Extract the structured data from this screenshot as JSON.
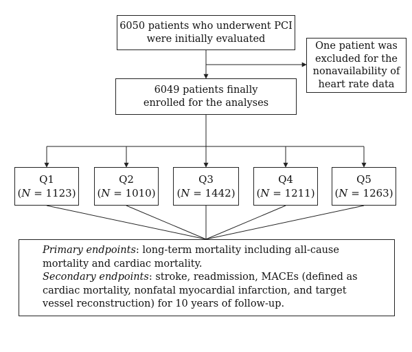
{
  "boxes": {
    "initial": {
      "line1": "6050 patients who underwent PCI",
      "line2": "were initially evaluated"
    },
    "excluded": {
      "line1": "One patient was",
      "line2": "excluded for the",
      "line3": "nonavailability of",
      "line4": "heart rate data"
    },
    "enrolled": {
      "line1": "6049 patients finally",
      "line2": "enrolled for the analyses"
    }
  },
  "quintiles": [
    {
      "label": "Q1",
      "n_prefix": "(",
      "n_symbol": "N",
      "n_text": " = 1123)"
    },
    {
      "label": "Q2",
      "n_prefix": "(",
      "n_symbol": "N",
      "n_text": " = 1010)"
    },
    {
      "label": "Q3",
      "n_prefix": "(",
      "n_symbol": "N",
      "n_text": " = 1442)"
    },
    {
      "label": "Q4",
      "n_prefix": "(",
      "n_symbol": "N",
      "n_text": " = 1211)"
    },
    {
      "label": "Q5",
      "n_prefix": "(",
      "n_symbol": "N",
      "n_text": " = 1263)"
    }
  ],
  "endpoints": {
    "primary_label": "Primary endpoints",
    "primary_text": ": long-term mortality including all-cause mortality and cardiac mortality.",
    "secondary_label": "Secondary endpoints",
    "secondary_text": ": stroke, readmission, MACEs (defined as cardiac mortality, nonfatal myocardial infarction, and target vessel reconstruction) for 10 years of follow-up."
  }
}
